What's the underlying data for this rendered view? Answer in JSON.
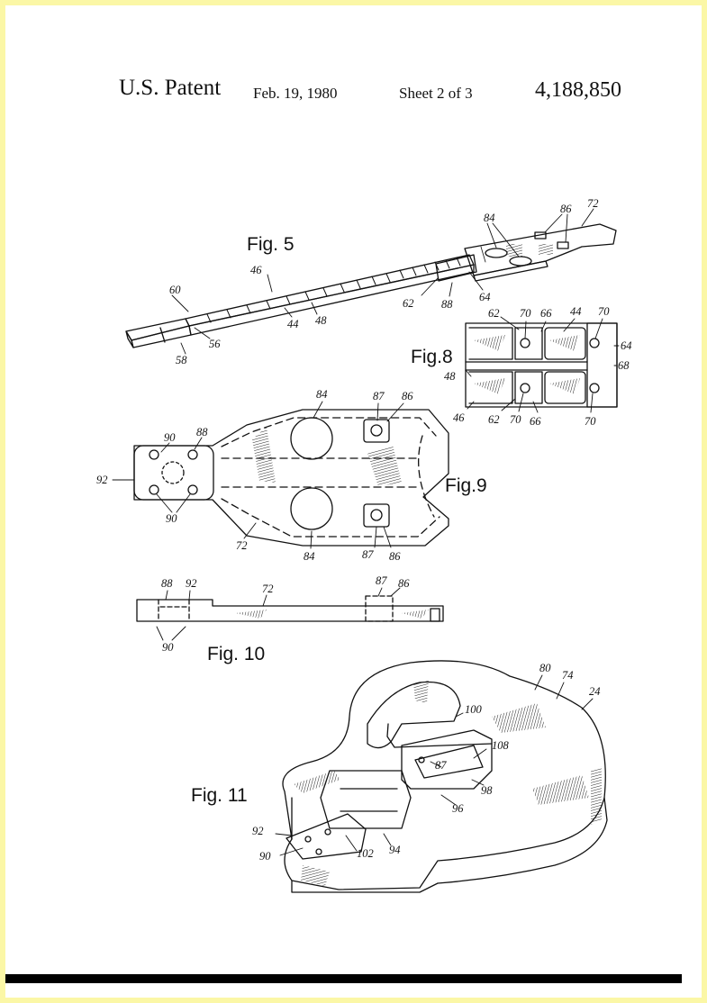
{
  "header": {
    "patent_label": "U.S. Patent",
    "date": "Feb. 19, 1980",
    "sheet": "Sheet 2 of 3",
    "patent_number": "4,188,850"
  },
  "figures": {
    "fig5": {
      "label": "Fig. 5",
      "refs": [
        "84",
        "86",
        "72",
        "46",
        "60",
        "62",
        "88",
        "64",
        "44",
        "48",
        "56",
        "58"
      ]
    },
    "fig8": {
      "label": "Fig.8",
      "refs": [
        "62",
        "70",
        "66",
        "44",
        "70",
        "64",
        "68",
        "48",
        "46",
        "62",
        "70",
        "66",
        "70"
      ]
    },
    "fig9": {
      "label": "Fig.9",
      "refs": [
        "84",
        "87",
        "86",
        "90",
        "88",
        "92",
        "90",
        "72",
        "84",
        "87",
        "86"
      ]
    },
    "fig10": {
      "label": "Fig. 10",
      "refs": [
        "88",
        "92",
        "72",
        "87",
        "86",
        "90"
      ]
    },
    "fig11": {
      "label": "Fig. 11",
      "refs": [
        "80",
        "74",
        "24",
        "100",
        "108",
        "87",
        "98",
        "96",
        "92",
        "90",
        "102",
        "94"
      ]
    }
  }
}
